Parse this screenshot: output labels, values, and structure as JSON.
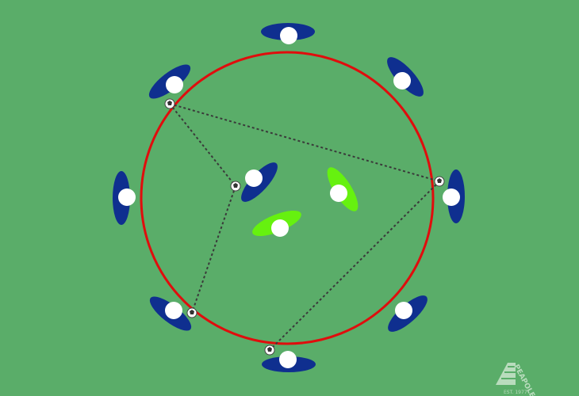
{
  "colors": {
    "field": "#5aad69",
    "circle": "#e00d0d",
    "team_blue": "#0f2f8f",
    "team_green": "#66f10f",
    "head": "#ffffff",
    "pass_line": "#3a3a3a",
    "logo": "#d9ecd9"
  },
  "players_outer": [
    "blue",
    "blue",
    "blue",
    "blue",
    "blue",
    "blue",
    "blue",
    "blue"
  ],
  "players_inner": [
    "blue",
    "green",
    "green"
  ],
  "balls": 5,
  "pass_lines": 4,
  "logo": {
    "text": "PEAPOLE",
    "est": "EST. 1977"
  }
}
